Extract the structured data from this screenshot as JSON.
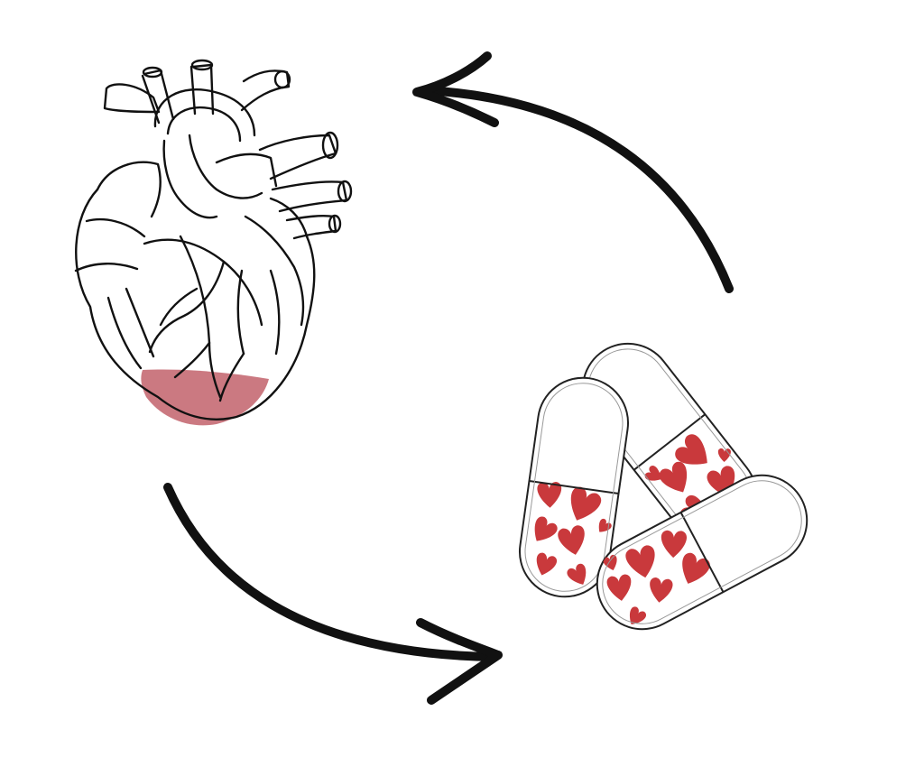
{
  "diagram": {
    "type": "cycle",
    "nodes": [
      {
        "name": "anatomical-heart",
        "icon": "anatomical-heart-icon",
        "highlight": "apex"
      },
      {
        "name": "heart-capsules",
        "icon": "capsules-icon",
        "count": 3
      }
    ],
    "edges": [
      {
        "from": "anatomical-heart",
        "to": "heart-capsules",
        "icon": "curved-arrow-icon"
      },
      {
        "from": "heart-capsules",
        "to": "anatomical-heart",
        "icon": "curved-arrow-icon"
      }
    ]
  },
  "colors": {
    "background": "#ffffff",
    "line": "#1a1a1a",
    "heart_highlight": "#c2616b",
    "capsule_fill": "#c9393c"
  }
}
